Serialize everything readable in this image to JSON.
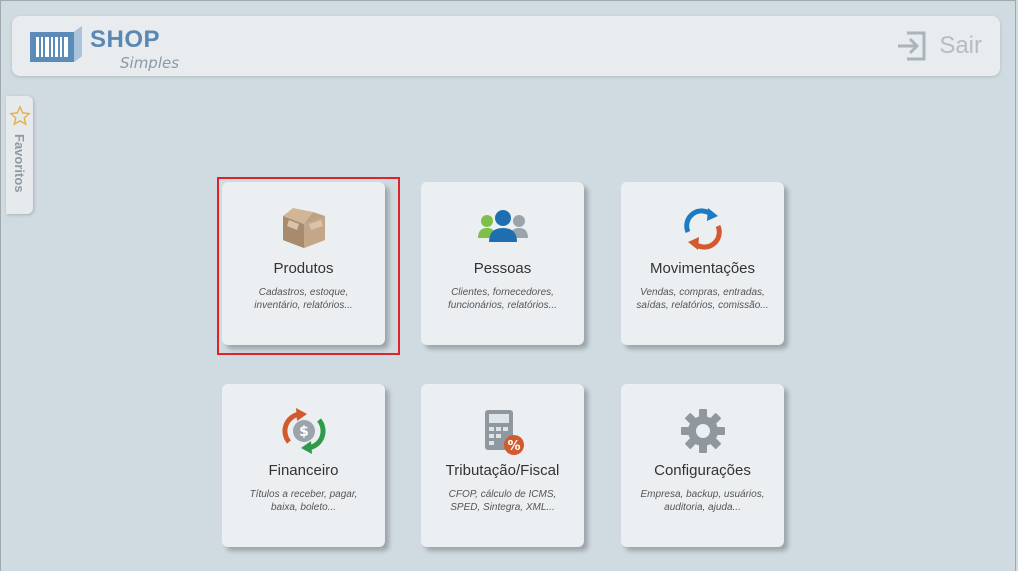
{
  "header": {
    "logo_shop": "SHOP",
    "logo_simples": "Simples",
    "exit_label": "Sair"
  },
  "favorites": {
    "label": "Favoritos"
  },
  "tiles": [
    {
      "title": "Produtos",
      "desc": "Cadastros, estoque, inventário, relatórios...",
      "icon": "box-icon",
      "selected": true
    },
    {
      "title": "Pessoas",
      "desc": "Clientes, fornecedores, funcionários, relatórios...",
      "icon": "people-icon"
    },
    {
      "title": "Movimentações",
      "desc": "Vendas, compras, entradas, saídas, relatórios, comissão...",
      "icon": "sync-arrows-icon"
    },
    {
      "title": "Financeiro",
      "desc": "Títulos a receber, pagar, baixa, boleto...",
      "icon": "money-cycle-icon"
    },
    {
      "title": "Tributação/Fiscal",
      "desc": "CFOP, cálculo de ICMS, SPED, Sintegra, XML...",
      "icon": "calculator-percent-icon"
    },
    {
      "title": "Configurações",
      "desc": "Empresa, backup, usuários, auditoria, ajuda...",
      "icon": "gear-icon"
    }
  ],
  "colors": {
    "background": "#cfdbe1",
    "tile": "#eceff1",
    "brand": "#5a88b3",
    "selection": "#e0232a"
  }
}
